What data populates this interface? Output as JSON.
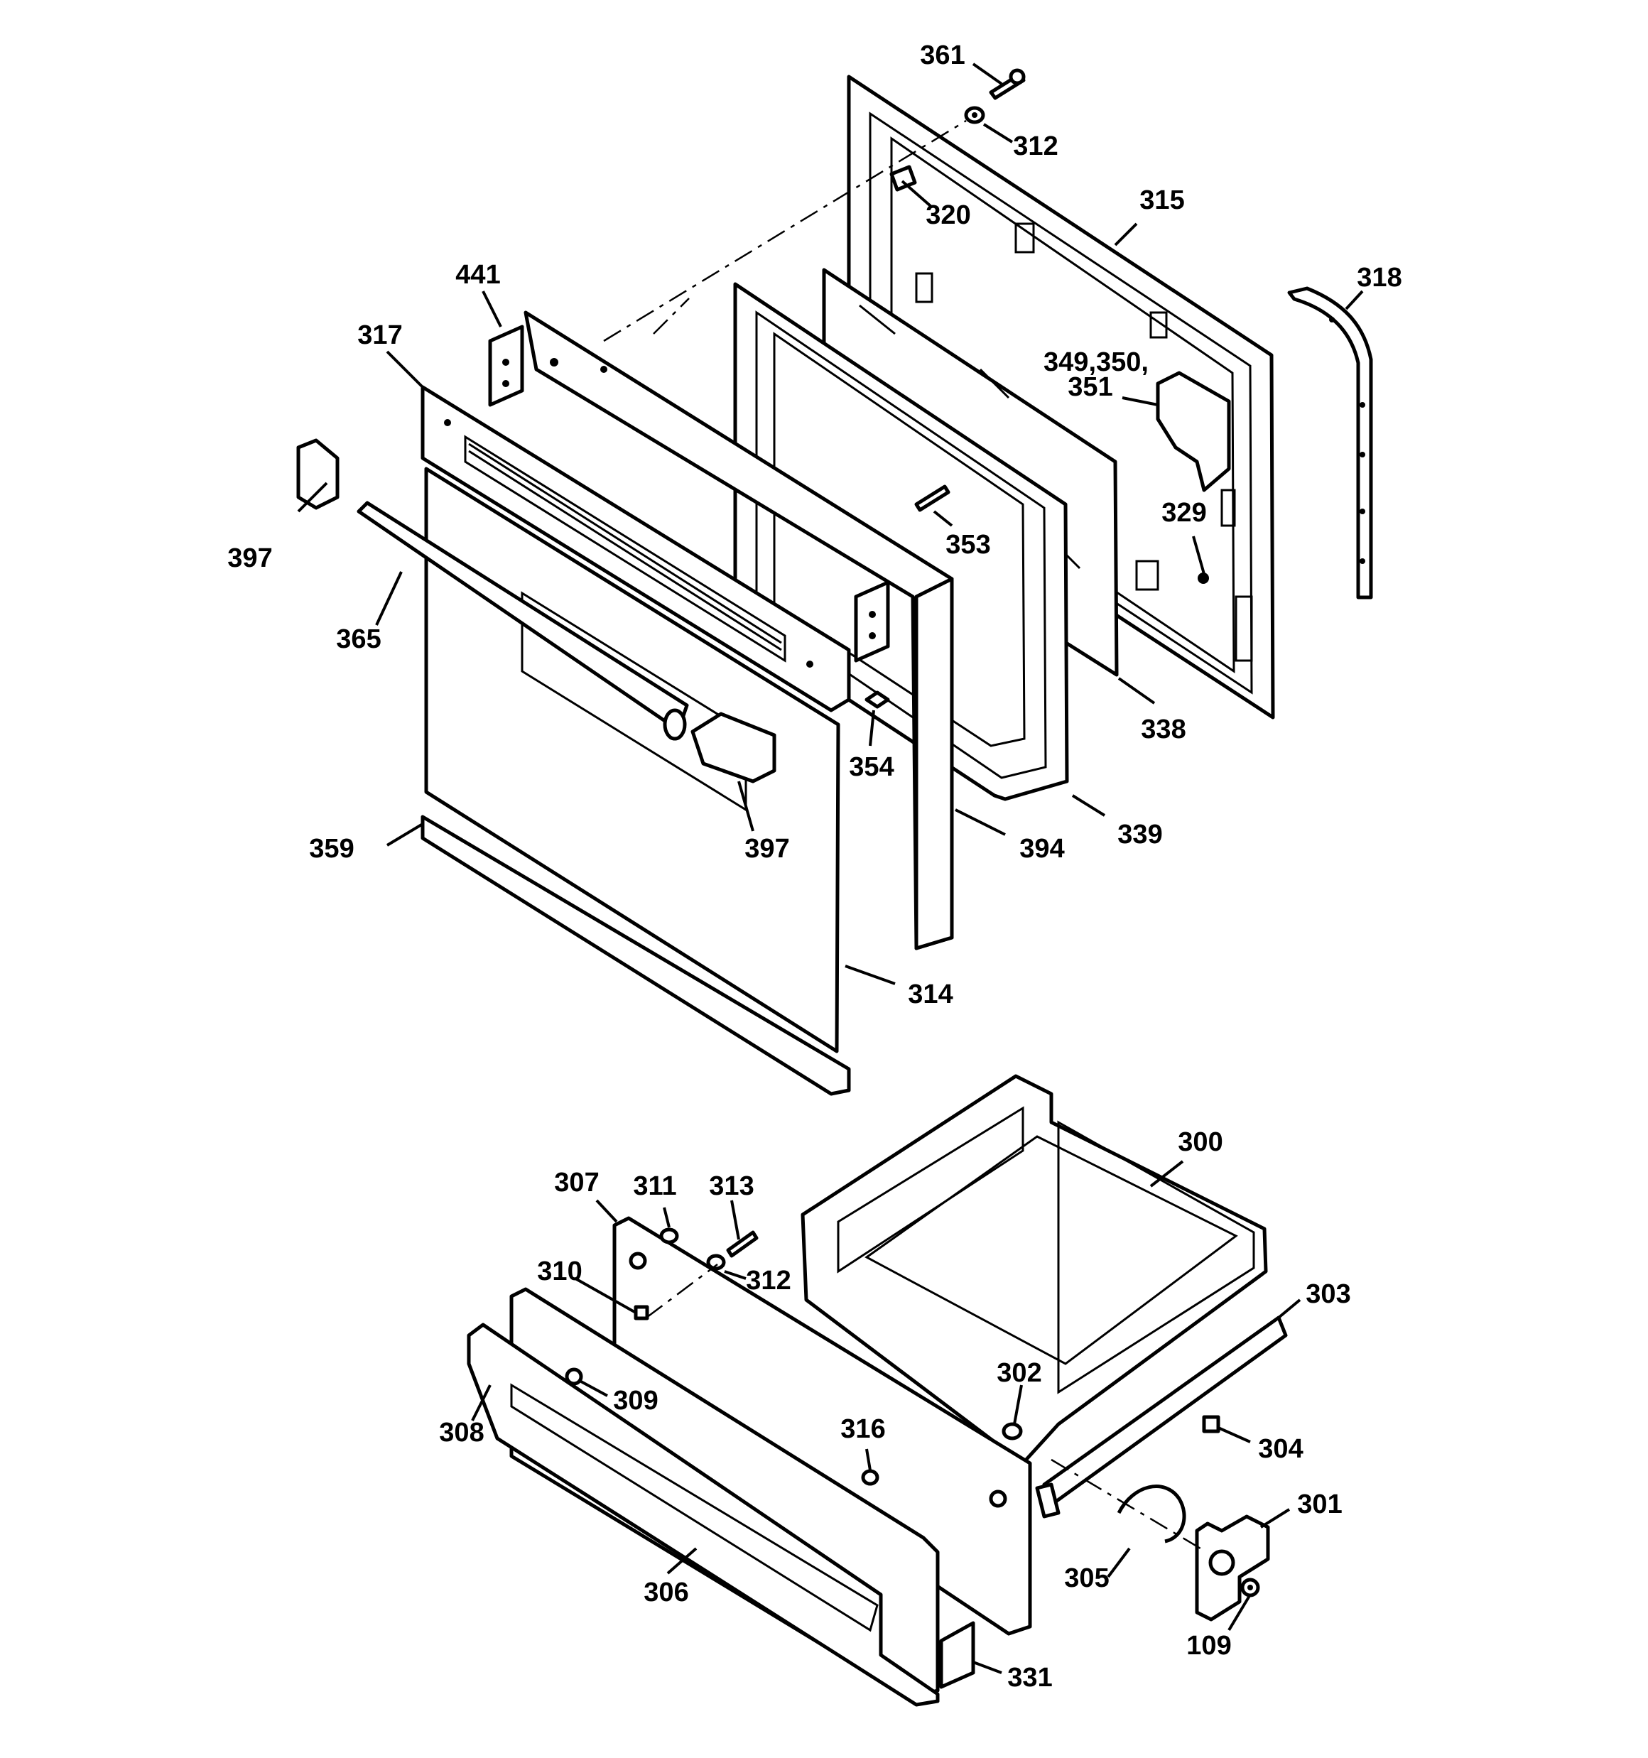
{
  "labels": {
    "p361": "361",
    "p312a": "312",
    "p320": "320",
    "p315": "315",
    "p318": "318",
    "p441": "441",
    "p317": "317",
    "p349": "349,350,",
    "p351": "351",
    "p397a": "397",
    "p329": "329",
    "p353": "353",
    "p365": "365",
    "p338": "338",
    "p354": "354",
    "p339": "339",
    "p359": "359",
    "p397b": "397",
    "p394": "394",
    "p314": "314",
    "p300": "300",
    "p307": "307",
    "p311": "311",
    "p313": "313",
    "p310": "310",
    "p312b": "312",
    "p303": "303",
    "p302": "302",
    "p309": "309",
    "p308": "308",
    "p316": "316",
    "p304": "304",
    "p301": "301",
    "p305": "305",
    "p306": "306",
    "p109": "109",
    "p331": "331"
  }
}
